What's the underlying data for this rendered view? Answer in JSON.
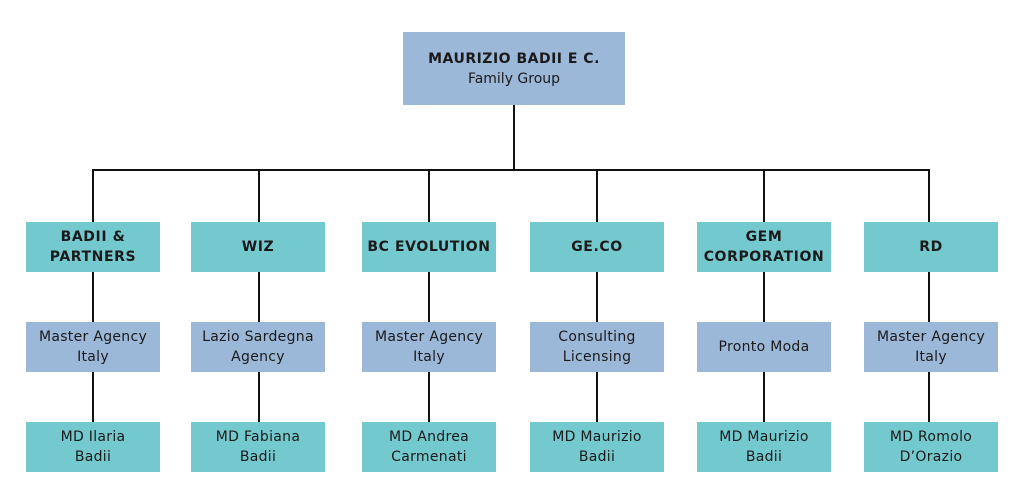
{
  "root": {
    "title": "MAURIZIO BADII E C.",
    "subtitle": "Family Group"
  },
  "columns": [
    {
      "company": [
        "BADII &",
        "PARTNERS"
      ],
      "agency": [
        "Master Agency",
        "Italy"
      ],
      "md": [
        "MD Ilaria",
        "Badii"
      ]
    },
    {
      "company": [
        "WIZ"
      ],
      "agency": [
        "Lazio Sardegna",
        "Agency"
      ],
      "md": [
        "MD Fabiana",
        "Badii"
      ]
    },
    {
      "company": [
        "BC EVOLUTION"
      ],
      "agency": [
        "Master Agency",
        "Italy"
      ],
      "md": [
        "MD Andrea",
        "Carmenati"
      ]
    },
    {
      "company": [
        "GE.CO"
      ],
      "agency": [
        "Consulting",
        "Licensing"
      ],
      "md": [
        "MD Maurizio",
        "Badii"
      ]
    },
    {
      "company": [
        "GEM",
        "CORPORATION"
      ],
      "agency": [
        "Pronto Moda"
      ],
      "md": [
        "MD Maurizio",
        "Badii"
      ]
    },
    {
      "company": [
        "RD"
      ],
      "agency": [
        "Master Agency",
        "Italy"
      ],
      "md": [
        "MD Romolo",
        "D’Orazio"
      ]
    }
  ],
  "colors": {
    "root_fill": "#9cb8d9",
    "company_fill": "#74c9cf",
    "agency_fill": "#9cb8d9",
    "md_fill": "#74c9cf",
    "connector": "#111111"
  }
}
